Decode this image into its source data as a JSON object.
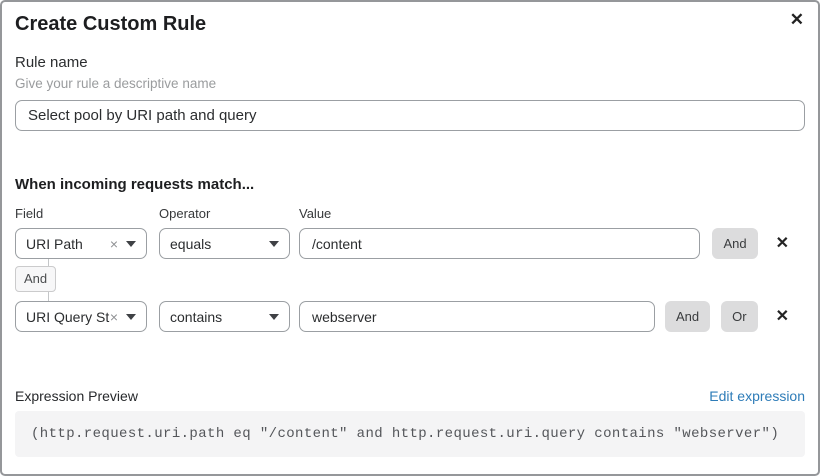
{
  "modal": {
    "title": "Create Custom Rule"
  },
  "icons": {
    "close": "✕",
    "remove_row": "✕",
    "clear_selection": "×"
  },
  "rule_name": {
    "label": "Rule name",
    "helper": "Give your rule a descriptive name",
    "value": "Select pool by URI path and query"
  },
  "match_section": {
    "heading": "When incoming requests match...",
    "column_labels": {
      "field": "Field",
      "operator": "Operator",
      "value": "Value"
    },
    "rows": [
      {
        "field": "URI Path",
        "operator": "equals",
        "value": "/content",
        "and_button": "And"
      },
      {
        "field": "URI Query St...",
        "operator": "contains",
        "value": "webserver",
        "and_button": "And",
        "or_button": "Or"
      }
    ],
    "connector_label": "And"
  },
  "expression": {
    "label": "Expression Preview",
    "edit_link": "Edit expression",
    "code": "(http.request.uri.path eq \"/content\" and http.request.uri.query contains \"webserver\")"
  },
  "colors": {
    "link_blue": "#2e7cb8",
    "input_border": "#9b9fa3",
    "logic_button_bg": "#dcdcdd",
    "code_bg": "#f4f4f5",
    "modal_border": "#95979a"
  }
}
